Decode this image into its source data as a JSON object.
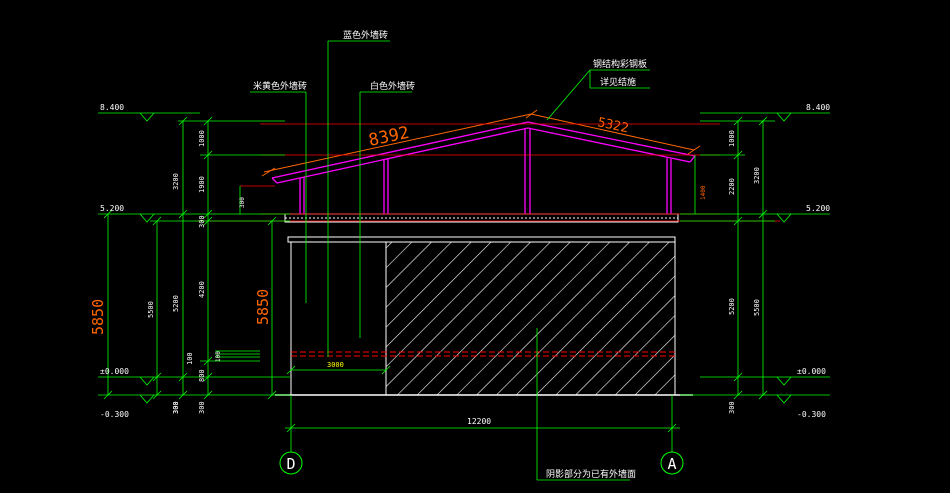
{
  "colors": {
    "background": "#000000",
    "dimension": "#00ff00",
    "building": "#ffffff",
    "roof": "#ff00ff",
    "reference": "#ff0000",
    "highlight": "#ff6600",
    "annotation": "#ffff00"
  },
  "labels": {
    "blue_wall_tile": "蓝色外墙砖",
    "rice_yellow_wall_tile": "米黄色外墙砖",
    "white_wall_tile": "白色外墙砖",
    "steel_roof_panel_line1": "钢结构彩钢板",
    "steel_roof_panel_line2": "详见结施",
    "hatched_note": "阴影部分为已有外墙面"
  },
  "elevations": {
    "left_top": "8.400",
    "left_eave": "5.200",
    "left_zero": "±0.000",
    "left_bottom": "-0.300",
    "right_top": "8.400",
    "right_eave": "5.200",
    "right_zero": "±0.000",
    "right_bottom": "-0.300"
  },
  "dimensions": {
    "roof_left_slope": "8392",
    "roof_right_slope": "5322",
    "overall_height_outer": "5850",
    "overall_height_inner": "5850",
    "left_col1_mid": "5500",
    "left_col1_bottom": "300",
    "left_col2_top": "3200",
    "left_col2_mid": "5200",
    "left_col2_bottom": "300",
    "left_col3_top": "1000",
    "left_col3_a": "1900",
    "left_col3_b": "300",
    "left_col3_c": "4200",
    "left_col3_d": "100",
    "left_col3_e": "800",
    "left_col3_f": "300",
    "left_small_a": "100",
    "left_small_b": "300",
    "wall_segment": "3000",
    "total_width": "12200",
    "right_col1_top": "1000",
    "right_col1_mid": "2200",
    "right_col1_low": "5200",
    "right_col1_bottom": "300",
    "right_col2_top": "3200",
    "right_col2_mid": "5500",
    "small_right_vertical": "1400"
  },
  "axes": {
    "left": "D",
    "right": "A"
  }
}
